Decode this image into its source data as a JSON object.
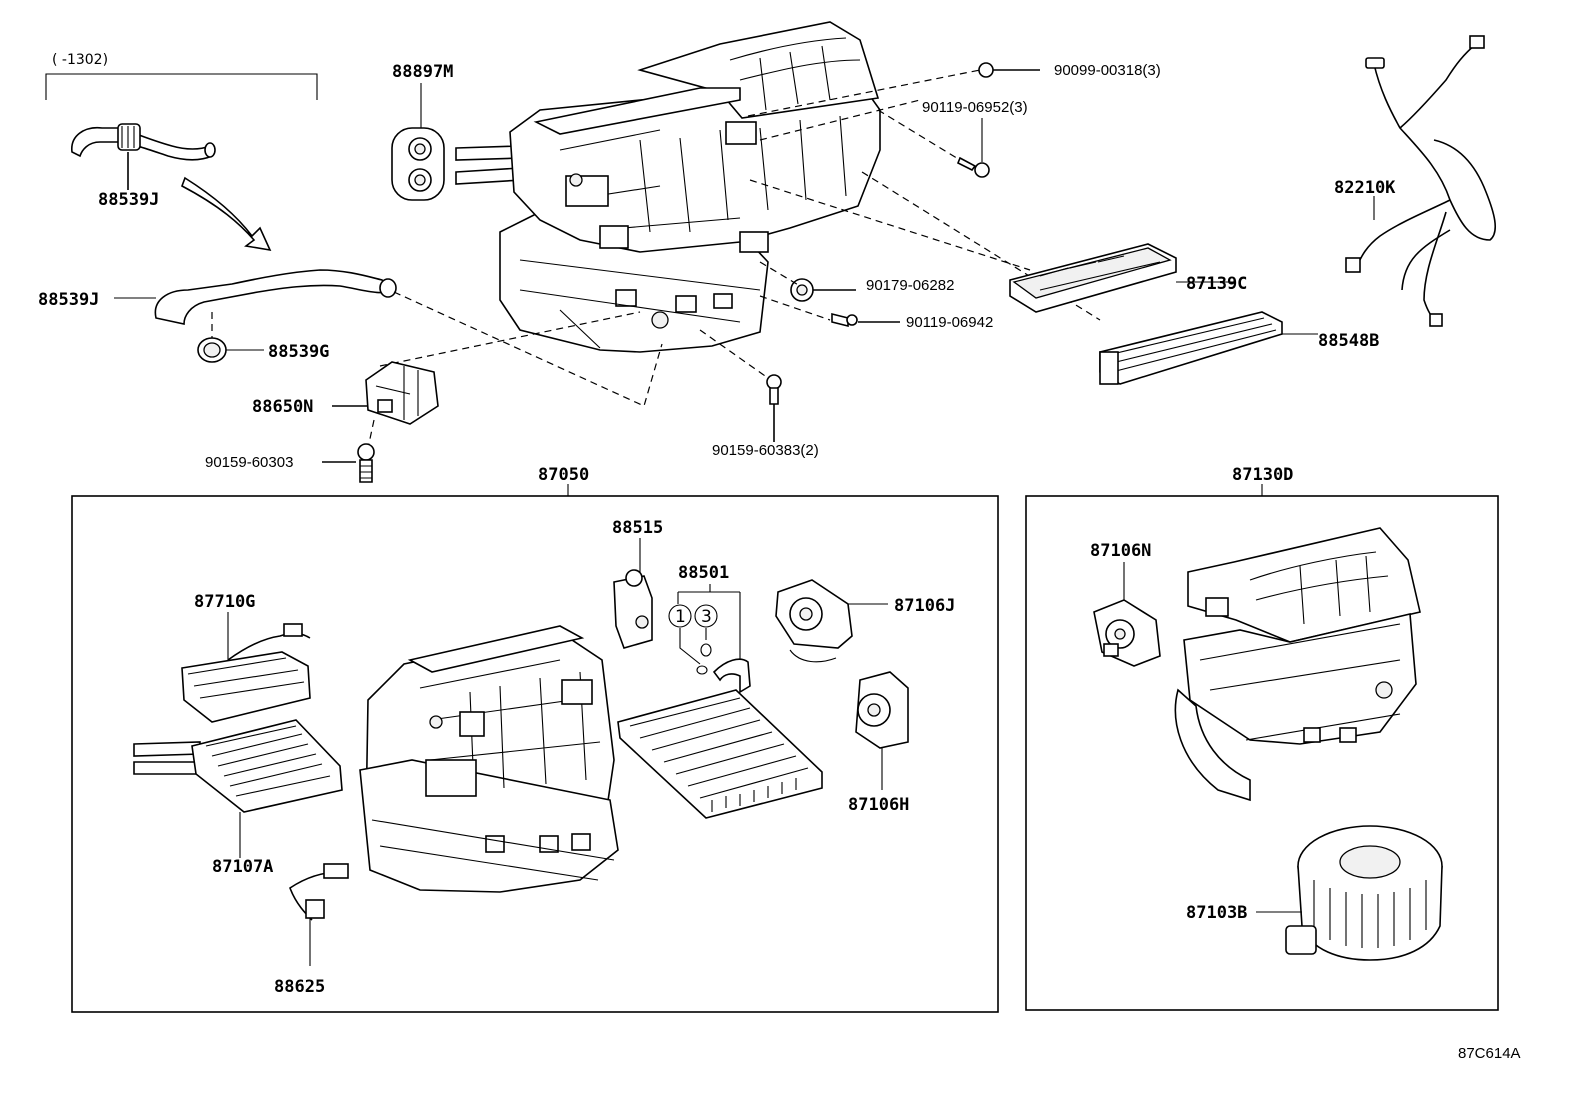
{
  "bracket_note": "( -1302)",
  "part_labels": {
    "p88897M": "88897M",
    "p90099": "90099-00318(3)",
    "p90119a": "90119-06952(3)",
    "p82210K": "82210K",
    "p88539J_top": "88539J",
    "p88539J_mid": "88539J",
    "p88539G": "88539G",
    "p90179": "90179-06282",
    "p87139C": "87139C",
    "p90119b": "90119-06942",
    "p88548B": "88548B",
    "p88650N": "88650N",
    "p90159a": "90159-60303",
    "p90159b": "90159-60383(2)",
    "p87050": "87050",
    "p87130D": "87130D",
    "p88515": "88515",
    "p88501": "88501",
    "p87106J": "87106J",
    "p87710G": "87710G",
    "p87106H": "87106H",
    "p87107A": "87107A",
    "p88625": "88625",
    "p87106N": "87106N",
    "p87103B": "87103B"
  },
  "circled_refs": [
    "1",
    "3"
  ],
  "diagram_code": "87C614A"
}
